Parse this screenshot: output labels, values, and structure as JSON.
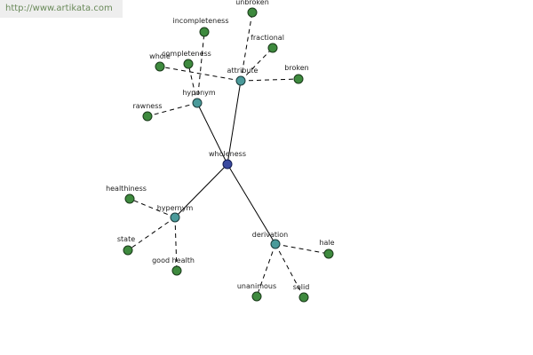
{
  "watermark": "http://www.artikata.com",
  "colors": {
    "leaf": "#3e8a3e",
    "hub": "#4a9a9a",
    "root": "#3a4aa0",
    "edge": "#000000",
    "label": "#222222"
  },
  "graph": {
    "nodes": [
      {
        "id": "wholeness",
        "label": "wholeness",
        "kind": "root"
      },
      {
        "id": "hyponym",
        "label": "hyponym",
        "kind": "hub"
      },
      {
        "id": "attribute",
        "label": "attribute",
        "kind": "hub"
      },
      {
        "id": "hypernym",
        "label": "hypernym",
        "kind": "hub"
      },
      {
        "id": "derivation",
        "label": "derivation",
        "kind": "hub"
      },
      {
        "id": "incompleteness",
        "label": "incompleteness",
        "kind": "leaf"
      },
      {
        "id": "completeness",
        "label": "completeness",
        "kind": "leaf"
      },
      {
        "id": "whole",
        "label": "whole",
        "kind": "leaf"
      },
      {
        "id": "rawness",
        "label": "rawness",
        "kind": "leaf"
      },
      {
        "id": "unbroken",
        "label": "unbroken",
        "kind": "leaf"
      },
      {
        "id": "fractional",
        "label": "fractional",
        "kind": "leaf"
      },
      {
        "id": "broken",
        "label": "broken",
        "kind": "leaf"
      },
      {
        "id": "healthiness",
        "label": "healthiness",
        "kind": "leaf"
      },
      {
        "id": "state",
        "label": "state",
        "kind": "leaf"
      },
      {
        "id": "good-health",
        "label": "good health",
        "kind": "leaf"
      },
      {
        "id": "hale",
        "label": "hale",
        "kind": "leaf"
      },
      {
        "id": "unanimous",
        "label": "unanimous",
        "kind": "leaf"
      },
      {
        "id": "solid",
        "label": "solid",
        "kind": "leaf"
      }
    ],
    "edges": [
      {
        "from": "wholeness",
        "to": "hyponym",
        "style": "solid"
      },
      {
        "from": "wholeness",
        "to": "attribute",
        "style": "solid"
      },
      {
        "from": "wholeness",
        "to": "hypernym",
        "style": "solid"
      },
      {
        "from": "wholeness",
        "to": "derivation",
        "style": "solid"
      },
      {
        "from": "hyponym",
        "to": "incompleteness",
        "style": "dashed"
      },
      {
        "from": "hyponym",
        "to": "completeness",
        "style": "dashed"
      },
      {
        "from": "hyponym",
        "to": "rawness",
        "style": "dashed"
      },
      {
        "from": "attribute",
        "to": "whole",
        "style": "dashed"
      },
      {
        "from": "attribute",
        "to": "unbroken",
        "style": "dashed"
      },
      {
        "from": "attribute",
        "to": "fractional",
        "style": "dashed"
      },
      {
        "from": "attribute",
        "to": "broken",
        "style": "dashed"
      },
      {
        "from": "hypernym",
        "to": "healthiness",
        "style": "dashed"
      },
      {
        "from": "hypernym",
        "to": "state",
        "style": "dashed"
      },
      {
        "from": "hypernym",
        "to": "good-health",
        "style": "dashed"
      },
      {
        "from": "derivation",
        "to": "hale",
        "style": "dashed"
      },
      {
        "from": "derivation",
        "to": "unanimous",
        "style": "dashed"
      },
      {
        "from": "derivation",
        "to": "solid",
        "style": "dashed"
      }
    ]
  }
}
